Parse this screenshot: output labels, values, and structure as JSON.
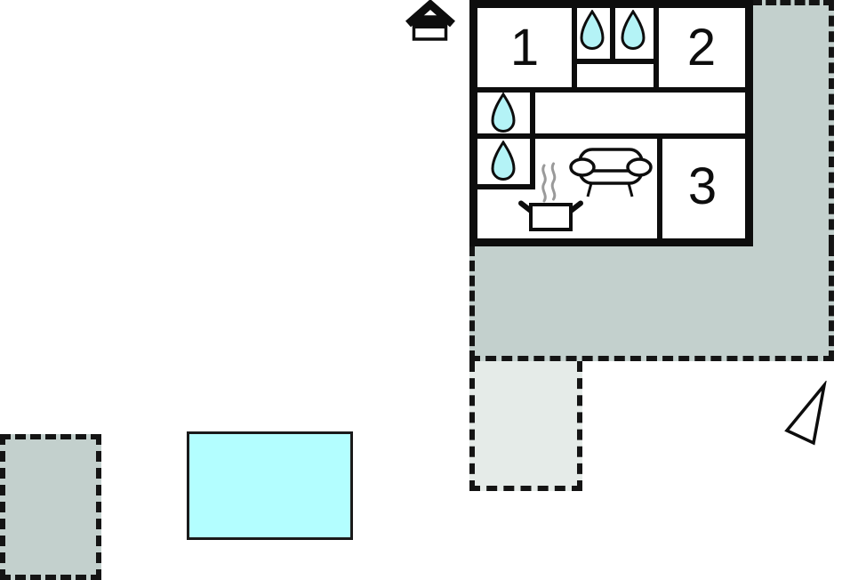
{
  "plan": {
    "type": "floor-plan",
    "rooms": [
      {
        "label": "1"
      },
      {
        "label": "2"
      },
      {
        "label": "3"
      }
    ],
    "icons": {
      "entrance": "house-entrance-icon",
      "water_drops": [
        "closet-1",
        "closet-2",
        "bath-middle",
        "bath-lower"
      ],
      "living_room": [
        "sofa-icon",
        "cooking-pot-steam-icon"
      ],
      "compass": "north-arrow-icon"
    },
    "areas": {
      "terrace_main_fill": "#c3d0cd",
      "terrace_light_fill": "#e5ebe8",
      "extra_plot_fill": "#c3d0cd",
      "pool_fill": "#b3feff"
    },
    "colors": {
      "wall": "#0d0d0d",
      "drop_fill": "#b4f3f6",
      "steam": "#9a9a9a",
      "background": "#ffffff"
    }
  }
}
